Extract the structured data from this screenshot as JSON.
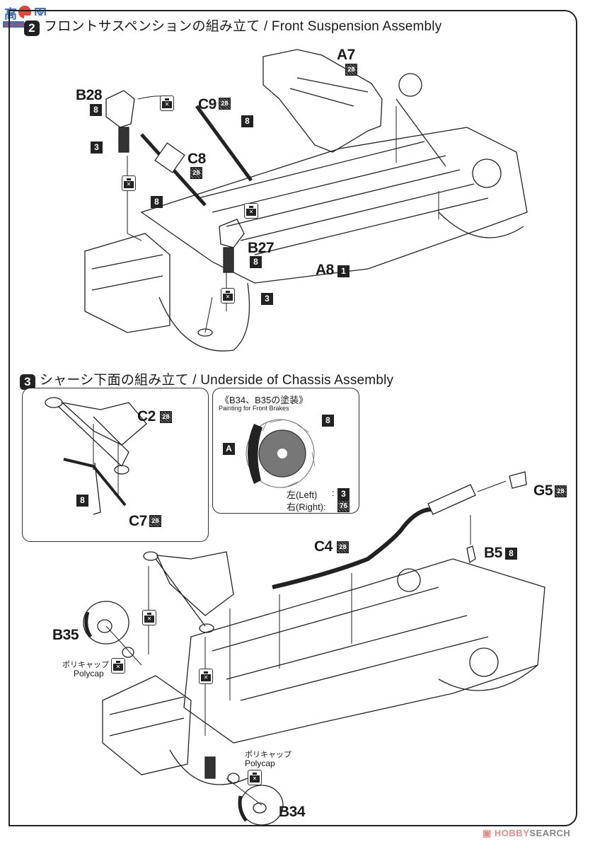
{
  "watermark_top": {
    "chars": [
      "高",
      "図"
    ],
    "url": "gao-tuwei.com"
  },
  "step2": {
    "number": "2",
    "title": "フロントサスペンションの組み立て / Front Suspension Assembly"
  },
  "step3": {
    "number": "3",
    "title": "シャーシ下面の組み立て / Underside of Chassis Assembly"
  },
  "parts_step2": [
    {
      "id": "B28",
      "color": "8"
    },
    {
      "id": "C9",
      "color": "28"
    },
    {
      "id": "C8",
      "color": "28"
    },
    {
      "id": "A7",
      "color": "28"
    },
    {
      "id": "B27",
      "color": "8"
    },
    {
      "id": "A8",
      "color": "1"
    }
  ],
  "callouts_step2": {
    "spring_color": "3",
    "shaft_color": "8",
    "rod_color": "8",
    "spring2_color": "3"
  },
  "inset_arm": {
    "parts": [
      {
        "id": "C2",
        "color": "28"
      },
      {
        "id": "C7",
        "color": "28"
      }
    ],
    "link_color": "8"
  },
  "inset_brakes": {
    "title": "《B34、B35の塗装》",
    "subtitle": "Painting for Front Brakes",
    "caliper_color": "A",
    "disc_color": "8",
    "left_label": "左(Left)",
    "left_color": "3",
    "right_label": "右(Right):",
    "right_color": "76"
  },
  "parts_step3": [
    {
      "id": "G5",
      "color": "28"
    },
    {
      "id": "C4",
      "color": "28"
    },
    {
      "id": "B5",
      "color": "8"
    },
    {
      "id": "B35"
    },
    {
      "id": "B34"
    }
  ],
  "polycap": {
    "jp": "ポリキャップ",
    "en": "Polycap"
  },
  "watermark_bottom": {
    "brand": "HOBBY",
    "suffix": "SEARCH"
  }
}
